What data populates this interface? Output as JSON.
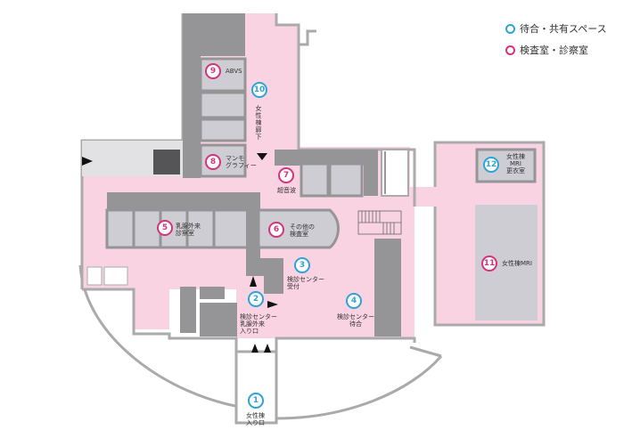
{
  "legend": {
    "waiting_label": "待合・共有スペース",
    "exam_label": "検査室・診察室",
    "waiting_color": "#2ea4d6",
    "exam_color": "#d6337f"
  },
  "markers": [
    {
      "num": "1",
      "category": "waiting"
    },
    {
      "num": "2",
      "category": "waiting"
    },
    {
      "num": "3",
      "category": "waiting"
    },
    {
      "num": "4",
      "category": "waiting"
    },
    {
      "num": "5",
      "category": "exam"
    },
    {
      "num": "6",
      "category": "exam"
    },
    {
      "num": "7",
      "category": "exam"
    },
    {
      "num": "8",
      "category": "exam"
    },
    {
      "num": "9",
      "category": "exam"
    },
    {
      "num": "10",
      "category": "waiting"
    },
    {
      "num": "11",
      "category": "exam"
    },
    {
      "num": "12",
      "category": "waiting"
    }
  ],
  "labels": {
    "entrance_women": "女性棟\n入り口",
    "entrance_checkup": "検診センター\n乳腺外来\n入り口",
    "reception": "検診センター\n受付",
    "waiting_room": "検診センター\n待合",
    "breast_clinic": "乳腺外来\n診察室",
    "other_exam": "その他の\n検査室",
    "ultrasound": "超音波",
    "mammography": "マンモ\nグラフィー",
    "abvs": "ABVS",
    "women_corridor": "女性棟廊下",
    "mri_changing": "女性棟\nMRI\n更衣室",
    "women_mri": "女性棟MRI"
  },
  "colors": {
    "floor_pink": "#f9d3e1",
    "room_gray": "#cdcdd3",
    "dark_gray": "#959597",
    "wall_gray": "#aaaaaa"
  }
}
